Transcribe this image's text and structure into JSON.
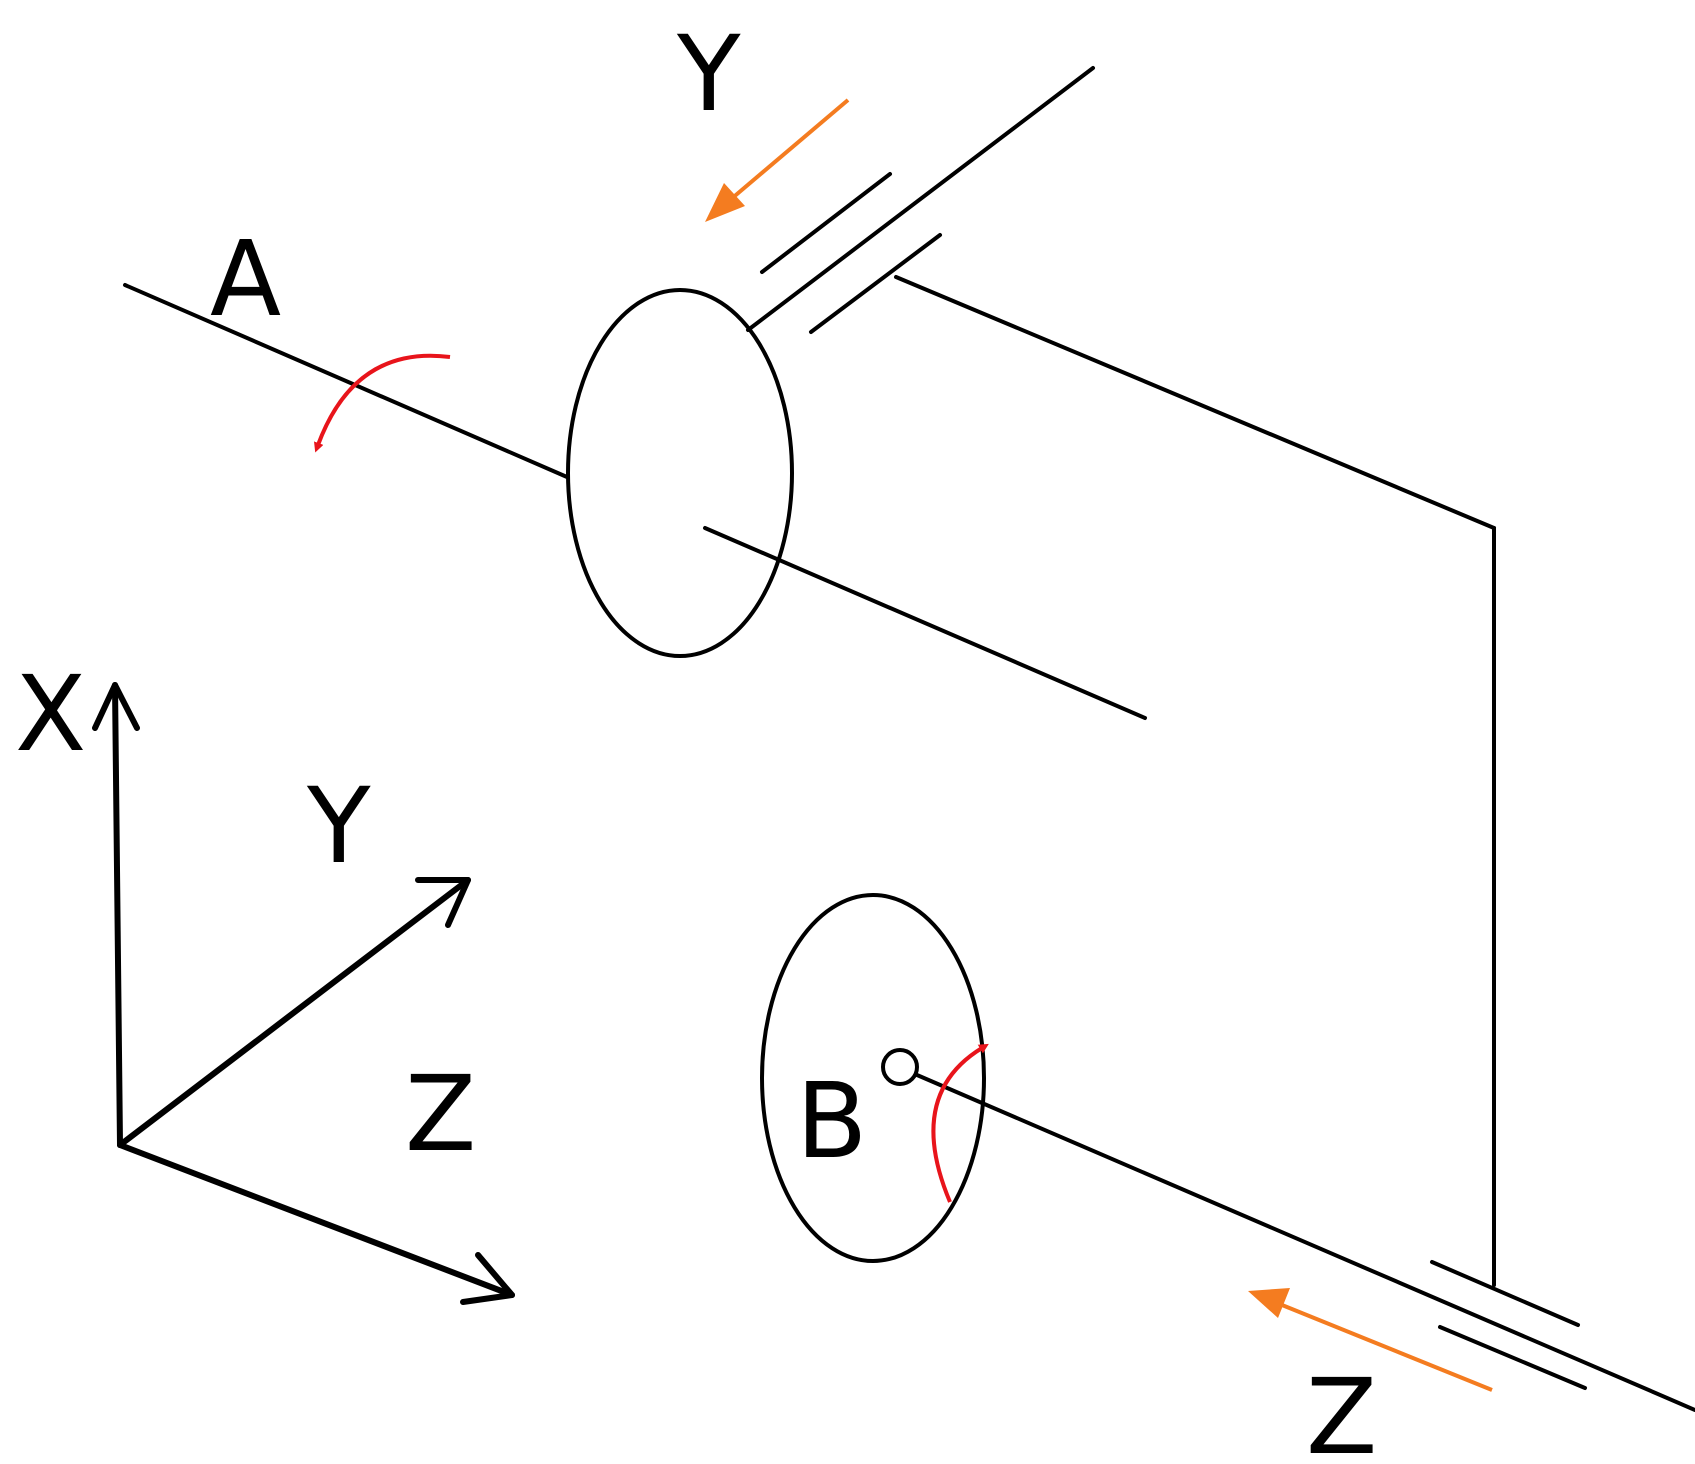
{
  "labels": {
    "axis_a": "A",
    "axis_b": "B",
    "translation_y": "Y",
    "translation_z": "Z",
    "coord_x": "X",
    "coord_y": "Y",
    "coord_z": "Z"
  },
  "colors": {
    "line": "#000000",
    "rotation_arrow": "#e8141b",
    "translation_arrow": "#f47c20"
  }
}
